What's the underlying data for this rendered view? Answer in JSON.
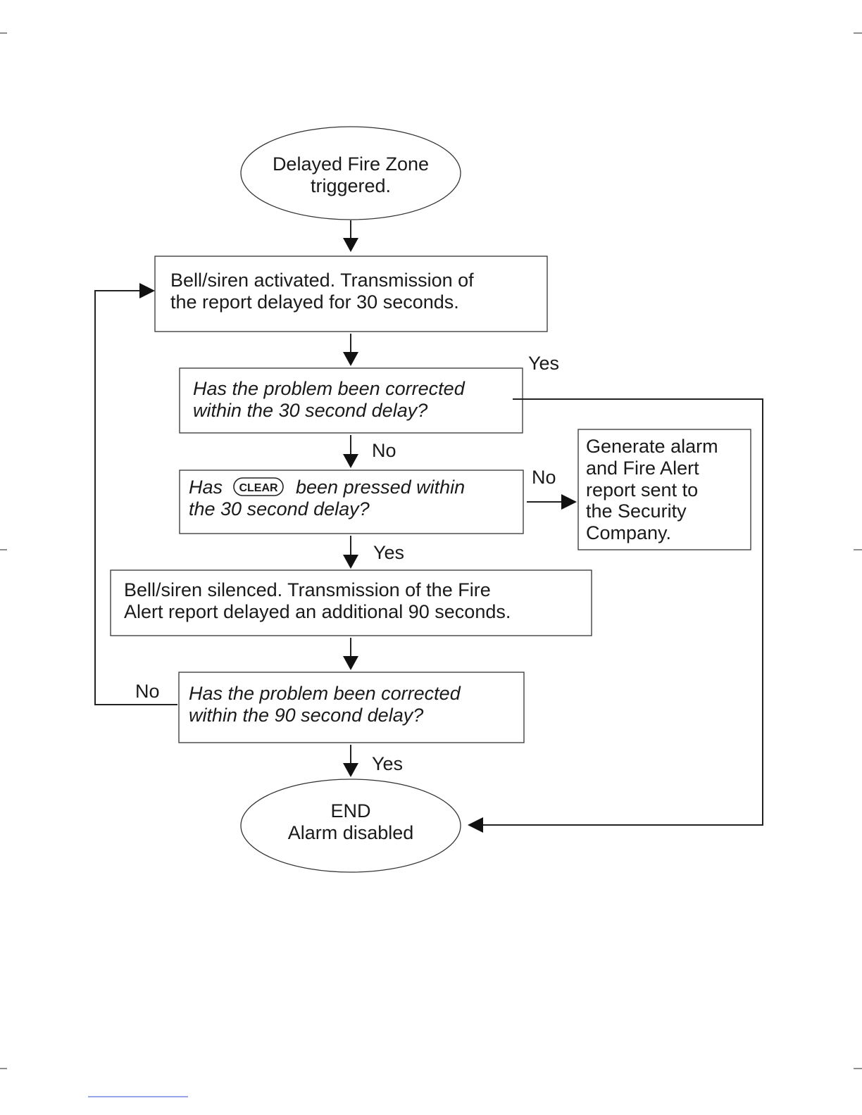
{
  "diagram": {
    "start": {
      "lines": [
        "Delayed Fire Zone",
        "triggered."
      ]
    },
    "step_activated": {
      "lines": [
        "Bell/siren activated. Transmission of",
        "the report delayed for 30 seconds."
      ]
    },
    "decision_30_corrected": {
      "lines": [
        "Has the problem been corrected",
        "within the 30 second delay?"
      ],
      "yes_label": "Yes",
      "no_label": "No"
    },
    "decision_clear_pressed": {
      "line1_prefix": "Has",
      "key_label": "CLEAR",
      "line1_suffix": "been pressed within",
      "line2": "the 30 second delay?",
      "no_label": "No",
      "yes_label": "Yes"
    },
    "alarm_report": {
      "lines": [
        "Generate alarm",
        "and Fire Alert",
        "report sent to",
        "the Security",
        "Company."
      ]
    },
    "step_silenced": {
      "lines": [
        "Bell/siren silenced. Transmission of the Fire",
        "Alert report delayed an additional 90 seconds."
      ]
    },
    "decision_90_corrected": {
      "lines": [
        "Has the problem been corrected",
        "within the 90 second delay?"
      ],
      "no_label": "No",
      "yes_label": "Yes"
    },
    "end": {
      "lines": [
        "END",
        "Alarm disabled"
      ]
    }
  },
  "colors": {
    "stroke": "#222222",
    "footer_rule": "#5b6fd8"
  }
}
